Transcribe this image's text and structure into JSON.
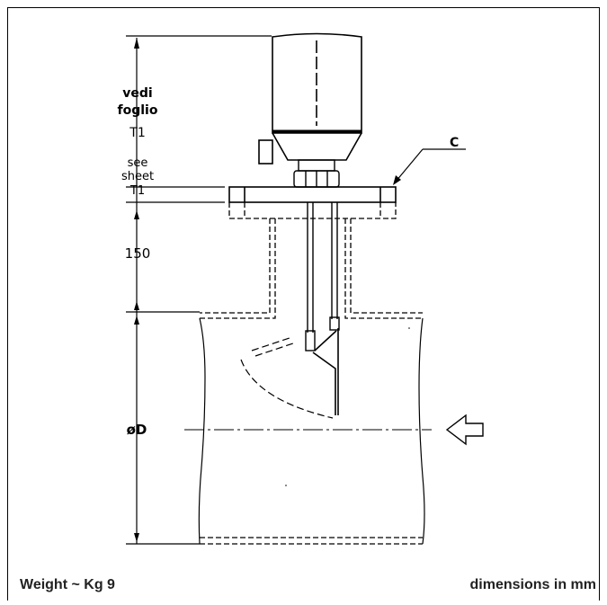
{
  "labels": {
    "dim_top_it_line1": "vedi",
    "dim_top_it_line2": "foglio",
    "dim_top_it_line3": "T1",
    "dim_top_en_line1": "see",
    "dim_top_en_line2": "sheet",
    "dim_top_en_line3": "T1",
    "dim_150": "150",
    "dim_diameter": "øD",
    "callout_c": "C"
  },
  "footer": {
    "weight": "Weight ~ Kg 9",
    "units": "dimensions in mm"
  }
}
